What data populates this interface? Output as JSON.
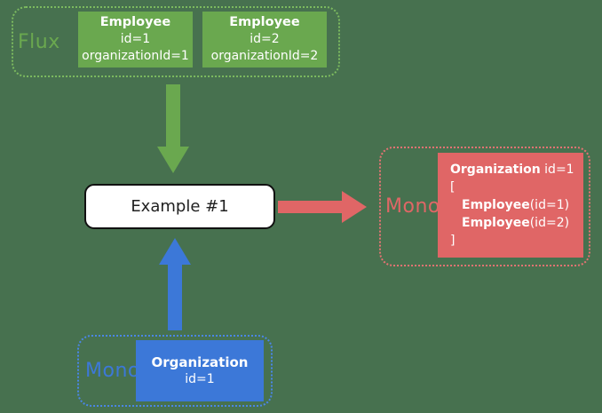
{
  "colors": {
    "background": "#47714F",
    "green": "#6AA84F",
    "greenBorder": "#7CBA5F",
    "red": "#E06666",
    "redBorder": "#E57373",
    "blue": "#3C78D8",
    "blueBorder": "#4A86E8",
    "cardText": "#FFFFFF",
    "exampleText": "#212121",
    "exampleBorder": "#111111",
    "exampleBg": "#FFFFFF"
  },
  "flux_group": {
    "label": "Flux",
    "cards": [
      {
        "title": "Employee",
        "line1": "id=1",
        "line2": "organizationId=1"
      },
      {
        "title": "Employee",
        "line1": "id=2",
        "line2": "organizationId=2"
      }
    ]
  },
  "example_box": {
    "label": "Example #1"
  },
  "arrows": [
    {
      "name": "flux-to-example",
      "direction": "down",
      "color": "#6AA84F"
    },
    {
      "name": "example-to-mono-output",
      "direction": "right",
      "color": "#E06666"
    },
    {
      "name": "mono-input-to-example",
      "direction": "up",
      "color": "#3C78D8"
    }
  ],
  "mono_output_group": {
    "label": "Mono",
    "card": {
      "title": "Organization",
      "title_suffix": " id=1",
      "bracket_open": "[",
      "entries": [
        {
          "name": "Employee",
          "args": "(id=1)"
        },
        {
          "name": "Employee",
          "args": "(id=2)"
        }
      ],
      "bracket_close": "]"
    }
  },
  "mono_input_group": {
    "label": "Mono",
    "card": {
      "title": "Organization",
      "line1": "id=1"
    }
  }
}
